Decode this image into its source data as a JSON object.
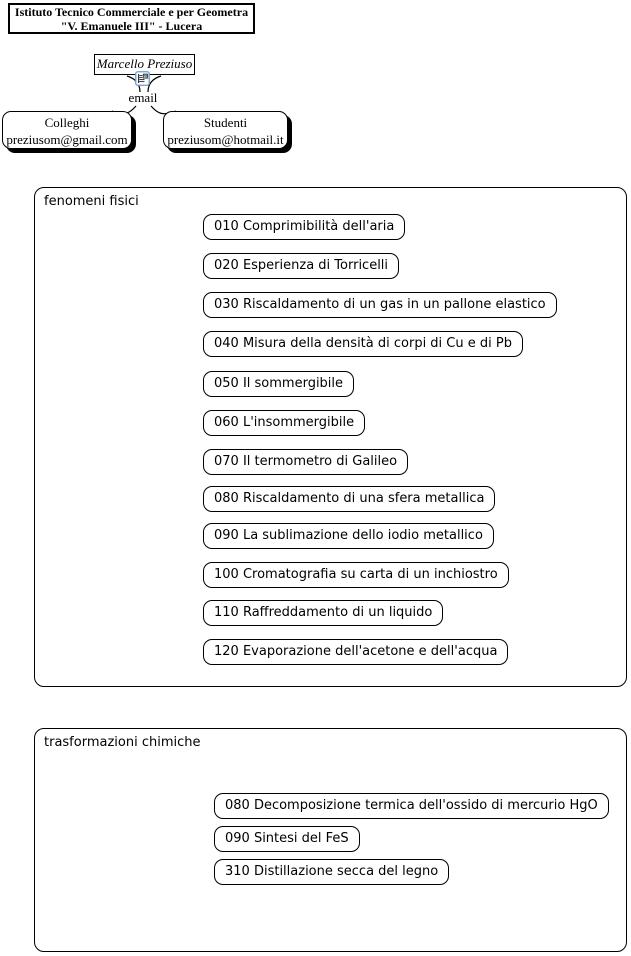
{
  "header": {
    "line1": "Istituto Tecnico Commerciale e per Geometra",
    "line2": "\"V. Emanuele III\" - Lucera"
  },
  "concept_map": {
    "root_label": "Marcello Preziuso",
    "link_label": "email",
    "icon": "email-attachment-icon",
    "contacts": [
      {
        "group": "Colleghi",
        "email": "preziusom@gmail.com"
      },
      {
        "group": "Studenti",
        "email": "preziusom@hotmail.it"
      }
    ]
  },
  "sections": [
    {
      "label": "fenomeni fisici",
      "items": [
        "010 Comprimibilità dell'aria",
        "020 Esperienza di Torricelli",
        "030 Riscaldamento di un gas in un pallone elastico",
        "040 Misura della densità di corpi di Cu e di Pb",
        "050 Il sommergibile",
        "060 L'insommergibile",
        "070 Il termometro di Galileo",
        "080 Riscaldamento di una sfera metallica",
        "090 La sublimazione dello iodio metallico",
        "100 Cromatografia su carta di un inchiostro",
        "110 Raffreddamento di un liquido",
        "120 Evaporazione dell'acetone e dell'acqua"
      ]
    },
    {
      "label": "trasformazioni chimiche",
      "items": [
        "080 Decomposizione termica dell'ossido di mercurio HgO",
        "090 Sintesi del FeS",
        "310 Distillazione secca del legno"
      ]
    }
  ],
  "colors": {
    "ink": "#000000",
    "background": "#ffffff",
    "icon_border": "#6f9bd1"
  }
}
